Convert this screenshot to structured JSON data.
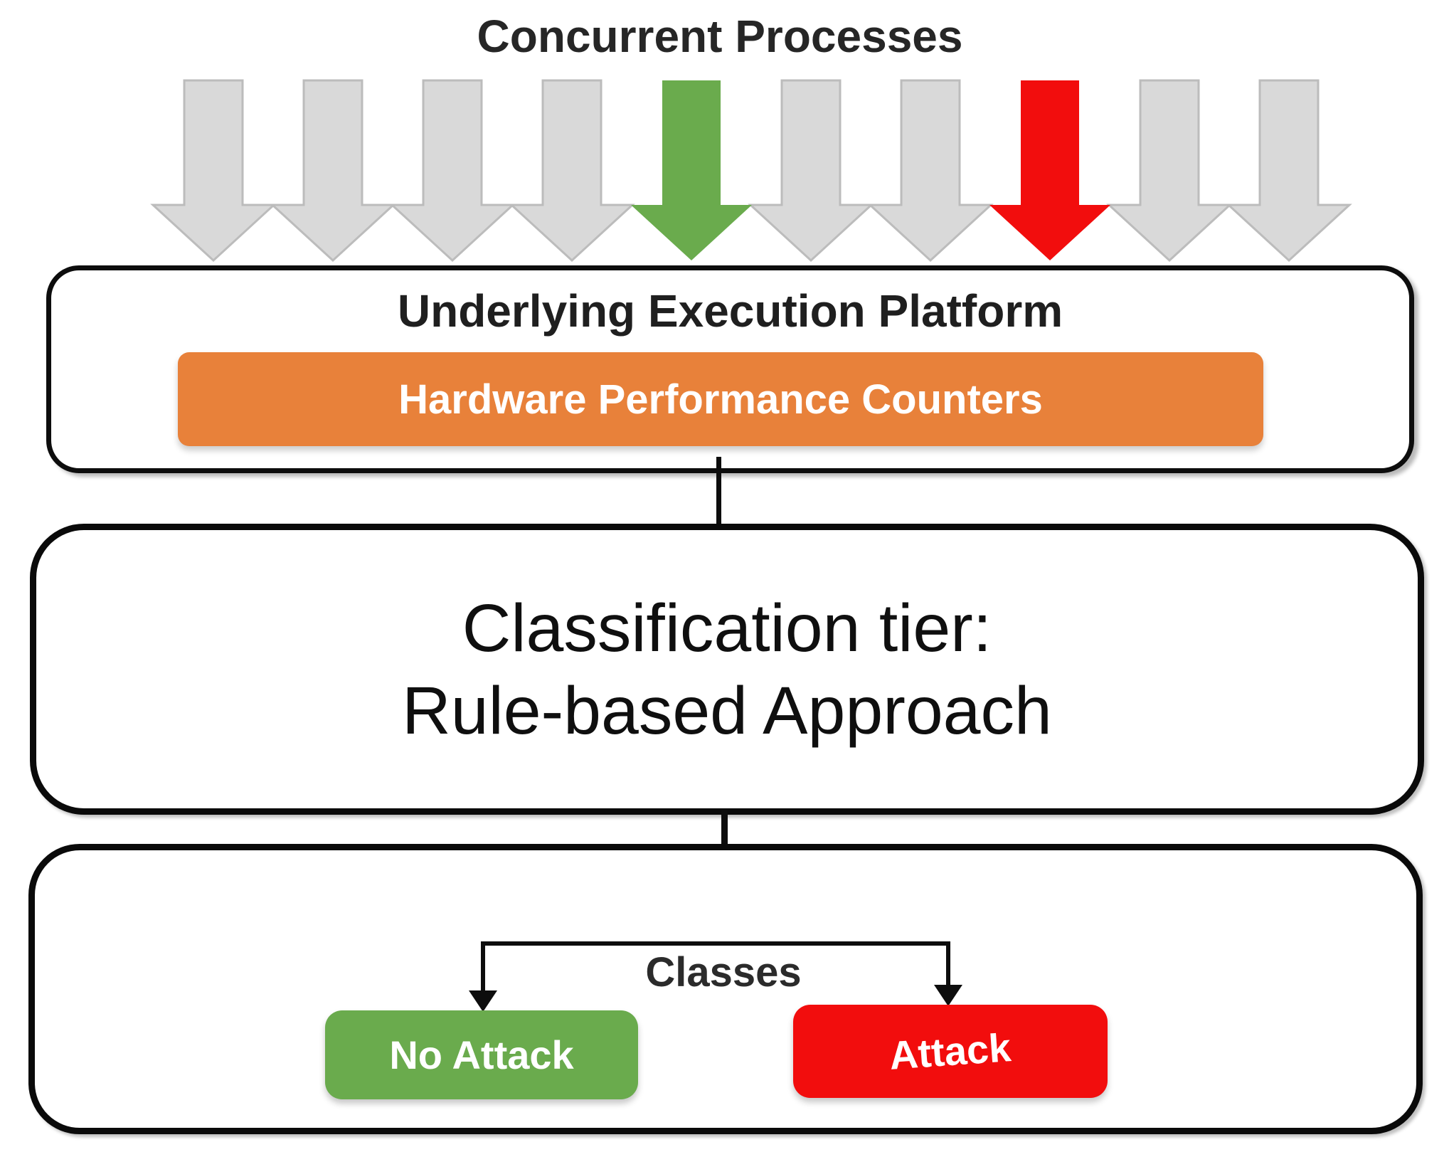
{
  "title": "Concurrent Processes",
  "colors": {
    "gray": "#d9d9d9",
    "gray_border": "#bcbcbc",
    "green": "#6aab4d",
    "red": "#f20d0d",
    "orange": "#e8813a",
    "ink": "#0d0d0d"
  },
  "process_arrows": {
    "sequence": [
      "gray",
      "gray",
      "gray",
      "gray",
      "green",
      "gray",
      "gray",
      "red",
      "gray",
      "gray"
    ]
  },
  "platform": {
    "label": "Underlying Execution Platform",
    "hpc_label": "Hardware Performance Counters"
  },
  "classification": {
    "line1": "Classification tier:",
    "line2": "Rule-based Approach"
  },
  "output": {
    "label": "Classes",
    "classes": [
      {
        "name": "No Attack",
        "color": "#6aab4d"
      },
      {
        "name": "Attack",
        "color": "#f20d0d"
      }
    ]
  }
}
